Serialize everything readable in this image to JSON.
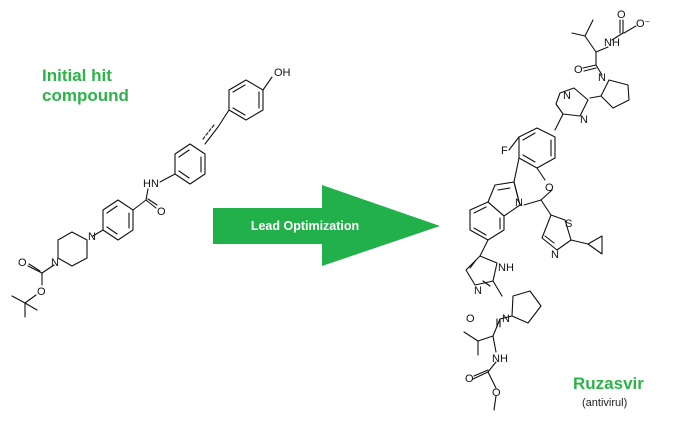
{
  "initial_hit": {
    "line1": "Initial hit",
    "line2": "compound"
  },
  "arrow": {
    "label": "Lead Optimization",
    "color": "#22b04b"
  },
  "product": {
    "name": "Ruzasvir",
    "note": "(antivirul)"
  },
  "title_color": "#2db34a",
  "atoms_left": {
    "oh": "OH",
    "nh": "HN",
    "o_amide": "O",
    "n1": "N",
    "n2": "N",
    "o_boc1": "O",
    "o_boc2": "O"
  },
  "atoms_right": {
    "o_carb1": "O",
    "o_carb2": "O⁻",
    "nh_top": "NH",
    "o_top": "O",
    "n_pyr_top": "N",
    "n_im1": "N",
    "n_im2": "N",
    "f": "F",
    "o_ring": "O",
    "n_indole": "N",
    "s": "S",
    "n_thz": "N",
    "nh_im": "NH",
    "n_im3": "N",
    "n_pyr_bot": "N",
    "o_bot": "O",
    "nh_bot": "NH",
    "o_carb3": "O",
    "o_carb4": "O"
  }
}
